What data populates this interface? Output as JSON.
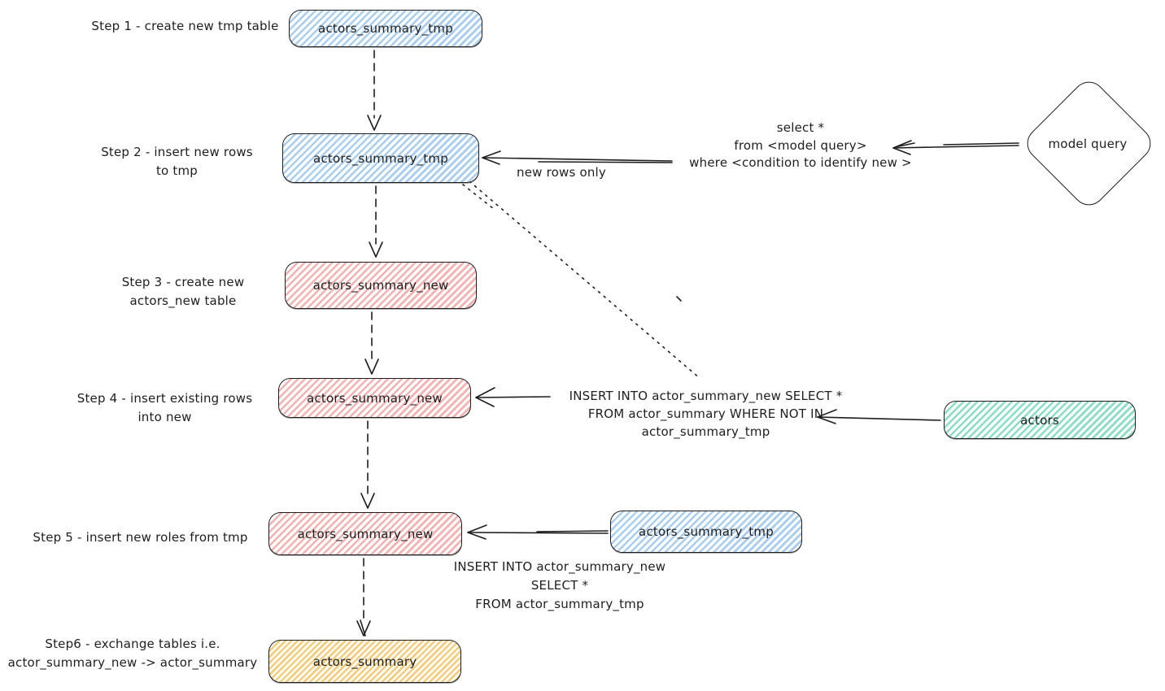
{
  "title": "table exchange flow diagram",
  "colors": {
    "stroke": "#1e1e1e",
    "background": "#ffffff",
    "blue_hatch": "#a9cdee",
    "pink_hatch": "#f3b2b2",
    "green_hatch": "#8bdcc5",
    "yellow_hatch": "#f1cd7d"
  },
  "steps": [
    {
      "lines": [
        "Step 1 - create new tmp table",
        ""
      ]
    },
    {
      "lines": [
        "Step 2 - insert new rows",
        "to tmp"
      ]
    },
    {
      "lines": [
        "Step 3 - create new",
        "actors_new table"
      ]
    },
    {
      "lines": [
        "Step 4 - insert existing rows",
        "into new"
      ]
    },
    {
      "lines": [
        "Step 5 - insert new roles from tmp",
        ""
      ]
    },
    {
      "lines": [
        "Step6 - exchange tables i.e.",
        "actor_summary_new -> actor_summary"
      ]
    }
  ],
  "nodes": {
    "tmp1": {
      "label": "actors_summary_tmp",
      "color": "blue"
    },
    "tmp2": {
      "label": "actors_summary_tmp",
      "color": "blue"
    },
    "new1": {
      "label": "actors_summary_new",
      "color": "pink"
    },
    "new2": {
      "label": "actors_summary_new",
      "color": "pink"
    },
    "new3": {
      "label": "actors_summary_new",
      "color": "pink"
    },
    "summary": {
      "label": "actors_summary",
      "color": "yellow"
    },
    "tmp_side": {
      "label": "actors_summary_tmp",
      "color": "blue"
    },
    "actors": {
      "label": "actors",
      "color": "green"
    },
    "model_query": {
      "label": "model query",
      "shape": "diamond"
    }
  },
  "annotations": {
    "new_rows_only": "new rows only",
    "select_query": {
      "lines": [
        "select *",
        "from <model query>",
        "where <condition to identify new >"
      ]
    },
    "insert_not_in": {
      "lines": [
        "INSERT INTO actor_summary_new SELECT *",
        "FROM actor_summary WHERE NOT IN",
        "actor_summary_tmp"
      ]
    },
    "insert_from_tmp": {
      "lines": [
        "INSERT INTO actor_summary_new",
        "SELECT *",
        "FROM actor_summary_tmp"
      ]
    }
  }
}
